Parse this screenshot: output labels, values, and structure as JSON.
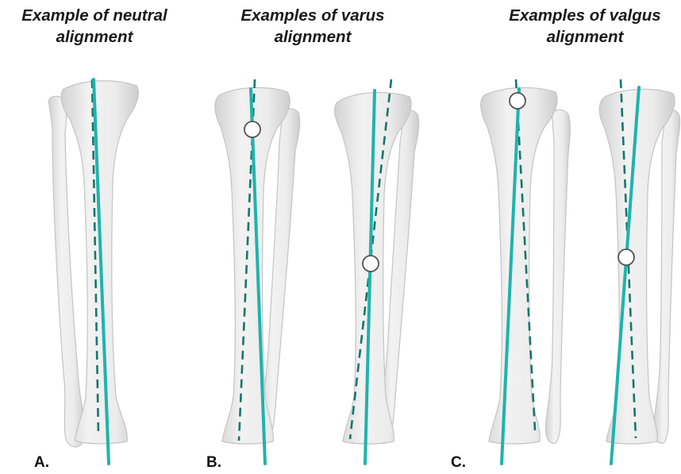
{
  "titles": {
    "neutral": {
      "line1": "Example of neutral",
      "line2": "alignment"
    },
    "varus": {
      "line1": "Examples of varus",
      "line2": "alignment"
    },
    "valgus": {
      "line1": "Examples of valgus",
      "line2": "alignment"
    }
  },
  "panel_labels": {
    "a": "A.",
    "b": "B.",
    "c": "C."
  },
  "colors": {
    "axis_line": "#1fb3ad",
    "dashed_axis": "#15766f",
    "bone_fill": "#eaeaea",
    "bone_edge": "#c4c4c4",
    "marker_fill": "#ffffff",
    "marker_stroke": "#555555"
  }
}
